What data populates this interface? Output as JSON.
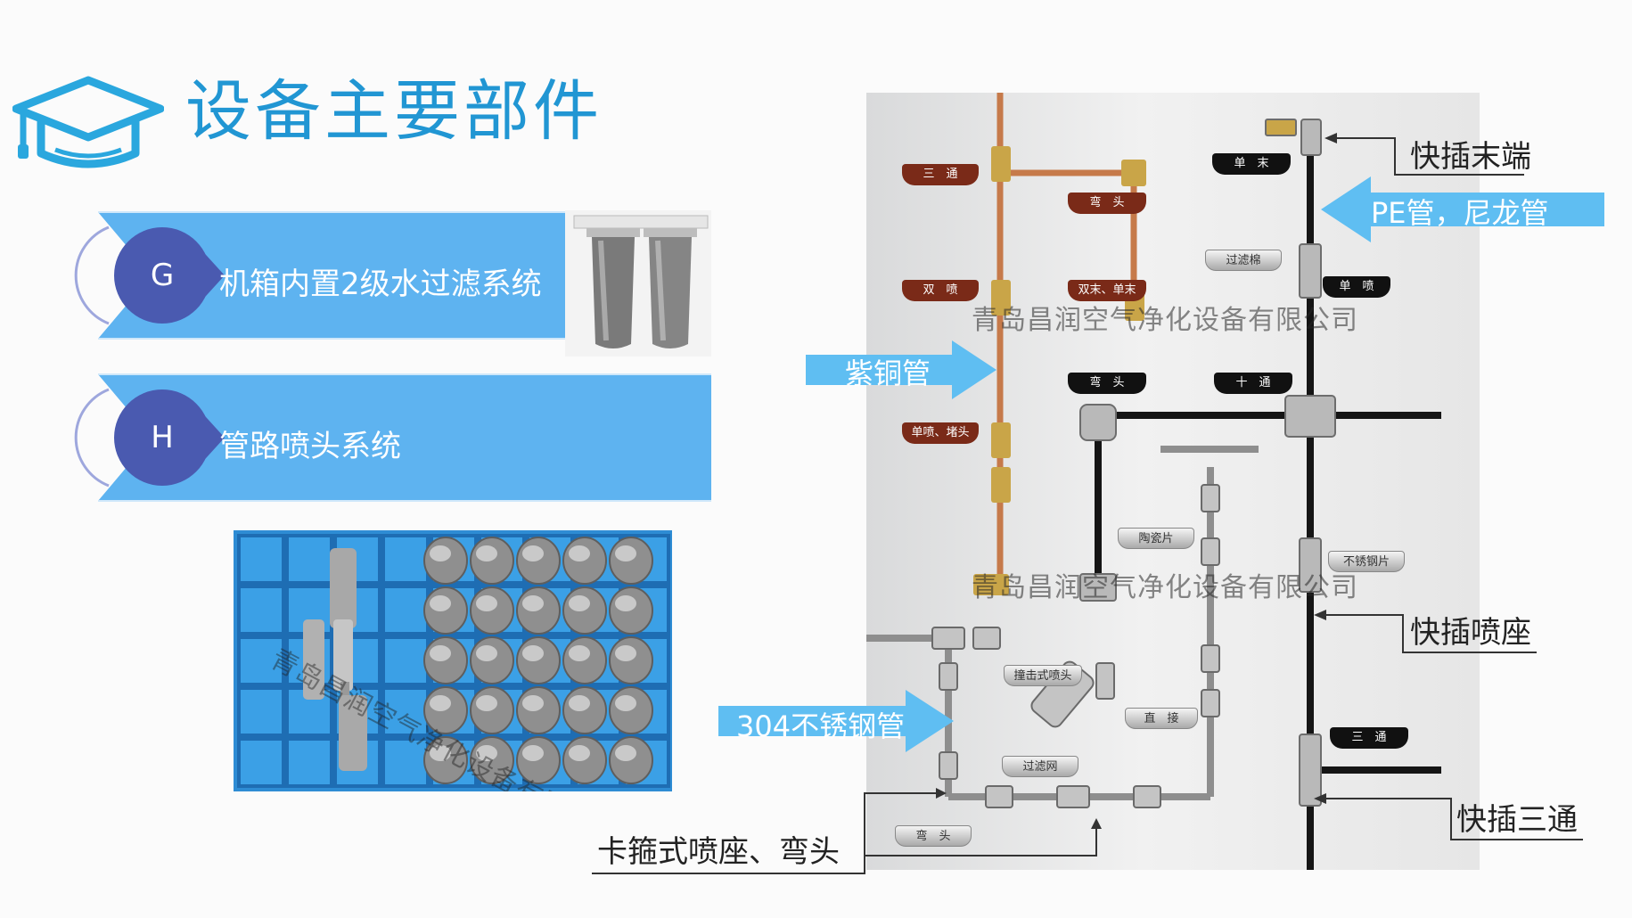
{
  "page": {
    "title": "设备主要部件"
  },
  "sections": [
    {
      "letter": "G",
      "text": "机箱内置2级水过滤系统"
    },
    {
      "letter": "H",
      "text": "管路喷头系统"
    }
  ],
  "diagram": {
    "arrows": {
      "copper": "紫铜管",
      "pe": "PE管，尼龙管",
      "steel": "304不锈钢管"
    },
    "callouts": {
      "quick_end": "快插末端",
      "quick_seat": "快插喷座",
      "quick_tee": "快插三通",
      "clamp_seat": "卡箍式喷座、弯头"
    },
    "watermark": "青岛昌润空气净化设备有限公司",
    "plates": {
      "copper_tee": "三　通",
      "copper_elbow": "弯　头",
      "copper_double": "双　喷",
      "copper_double_end": "双末、单末",
      "copper_single_plug": "单喷、堵头",
      "pe_single_end": "单　末",
      "pe_single": "单　喷",
      "pe_elbow": "弯　头",
      "pe_cross": "十　通",
      "pe_tee": "三　通",
      "filter_cotton": "过滤棉",
      "ceramic": "陶瓷片",
      "stainless_sheet": "不锈钢片",
      "impact_nozzle": "撞击式喷头",
      "straight": "直　接",
      "filter_net": "过滤网",
      "steel_elbow": "弯　头"
    }
  },
  "colors": {
    "title": "#2196d3",
    "band": "#5eb3f0",
    "circle": "#4a5ab0",
    "arrow": "#5fbef2"
  }
}
